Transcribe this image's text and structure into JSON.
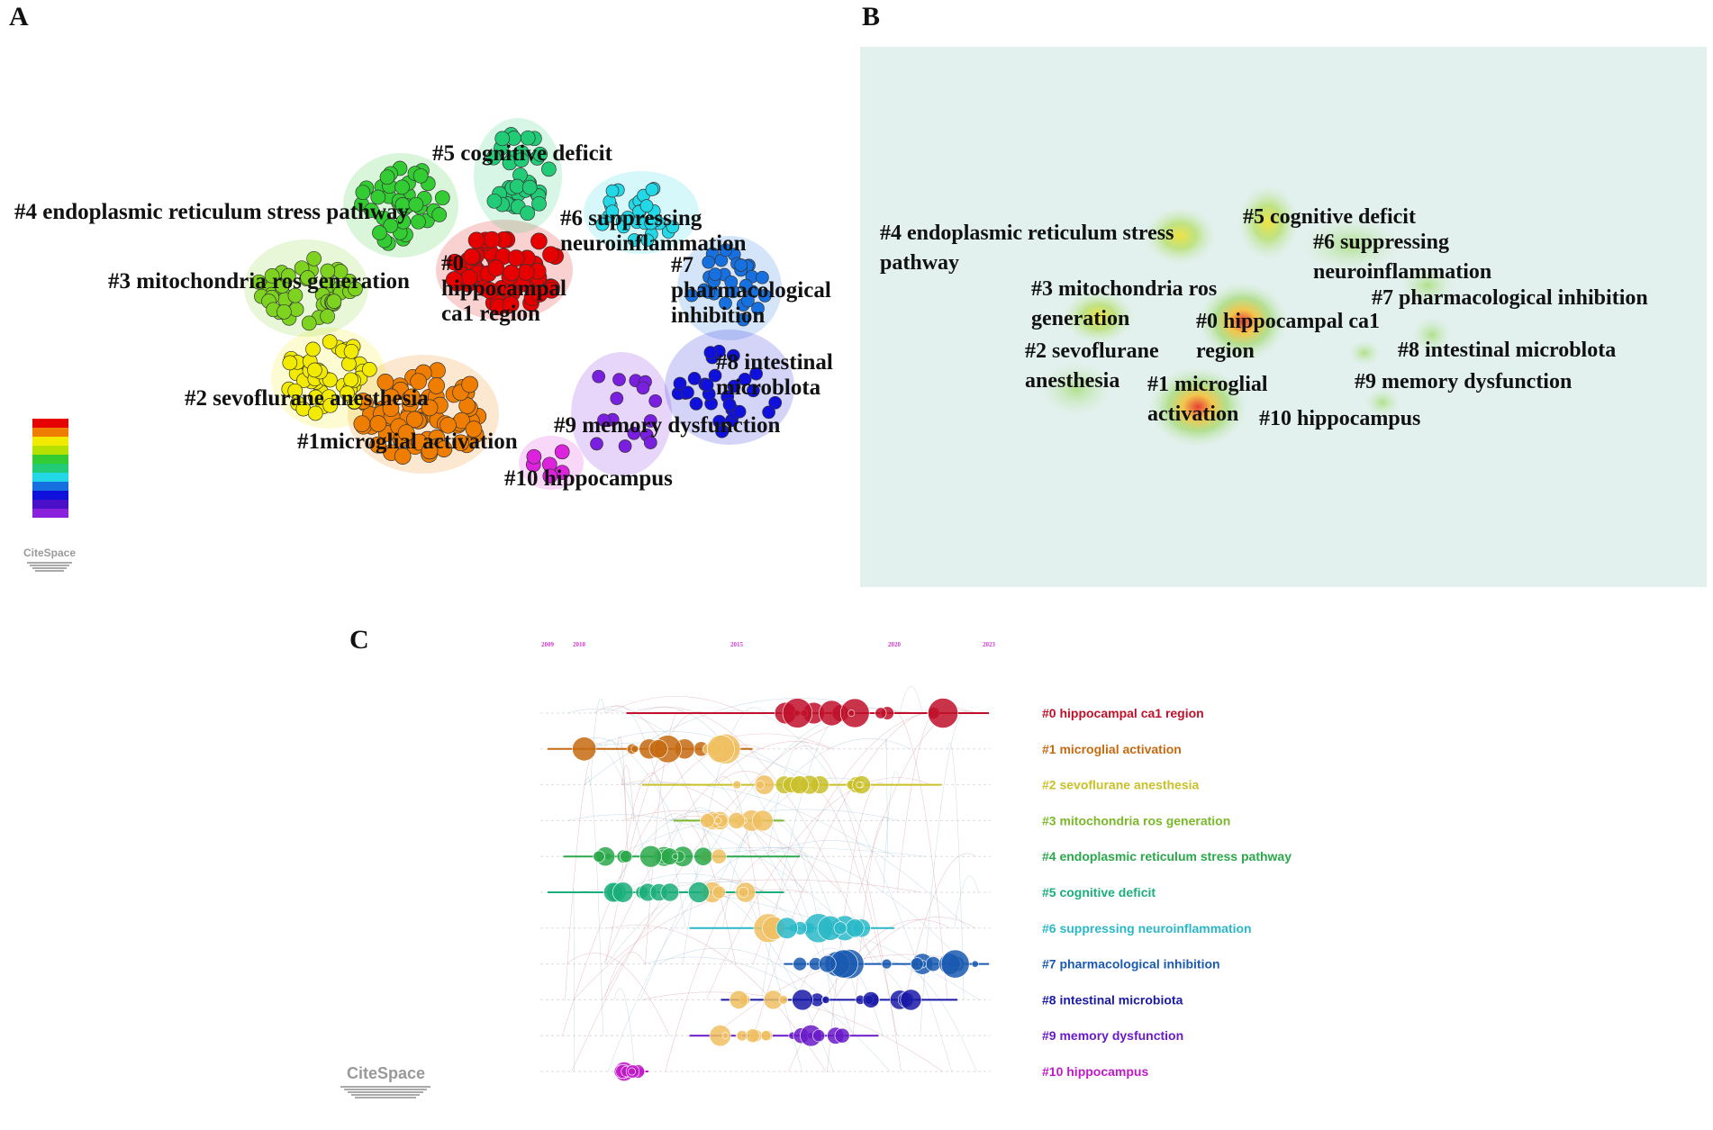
{
  "panels": {
    "a": "A",
    "b": "B",
    "c": "C"
  },
  "panel_a": {
    "clusters": [
      {
        "id": "c0",
        "label_lines": [
          "#0",
          "hippocampal",
          "ca1 region"
        ],
        "color": "#e60000"
      },
      {
        "id": "c1",
        "label_lines": [
          "#1microglial activation"
        ],
        "color": "#ee7d00"
      },
      {
        "id": "c2",
        "label_lines": [
          "#2 sevoflurane anesthesia"
        ],
        "color": "#f2ea00"
      },
      {
        "id": "c3",
        "label_lines": [
          "#3 mitochondria ros generation"
        ],
        "color": "#7ed321"
      },
      {
        "id": "c4",
        "label_lines": [
          "#4 endoplasmic reticulum stress pathway"
        ],
        "color": "#33cc33"
      },
      {
        "id": "c5",
        "label_lines": [
          "#5 cognitive deficit"
        ],
        "color": "#22cc77"
      },
      {
        "id": "c6",
        "label_lines": [
          "#6 suppressing",
          "neuroinflammation"
        ],
        "color": "#22d8e6"
      },
      {
        "id": "c7",
        "label_lines": [
          "#7",
          "pharmacological",
          "inhibition"
        ],
        "color": "#1670e0"
      },
      {
        "id": "c8",
        "label_lines": [
          "#8 intestinal",
          "microblota"
        ],
        "color": "#1010dd"
      },
      {
        "id": "c9",
        "label_lines": [
          "#9 memory dysfunction"
        ],
        "color": "#7a1ee0"
      },
      {
        "id": "c10",
        "label_lines": [
          "#10 hippocampus"
        ],
        "color": "#dd22dd"
      }
    ],
    "legend_colors": [
      "#e60000",
      "#ee7d00",
      "#f2ea00",
      "#b6e000",
      "#33cc33",
      "#22cc77",
      "#22d8e6",
      "#1670e0",
      "#1010dd",
      "#4a10c8",
      "#8a22dd"
    ],
    "logo": "CiteSpace"
  },
  "panel_b": {
    "labels": [
      {
        "id": "b4",
        "lines": [
          "#4 endoplasmic reticulum stress",
          "pathway"
        ]
      },
      {
        "id": "b5",
        "lines": [
          "#5 cognitive deficit"
        ]
      },
      {
        "id": "b6",
        "lines": [
          "#6 suppressing",
          "neuroinflammation"
        ]
      },
      {
        "id": "b7",
        "lines": [
          "#7 pharmacological inhibition"
        ]
      },
      {
        "id": "b3",
        "lines": [
          "#3 mitochondria ros",
          "generation"
        ]
      },
      {
        "id": "b0",
        "lines": [
          "#0 hippocampal ca1",
          "region"
        ]
      },
      {
        "id": "b8",
        "lines": [
          "#8 intestinal microblota"
        ]
      },
      {
        "id": "b2",
        "lines": [
          "#2 sevoflurane",
          "anesthesia"
        ]
      },
      {
        "id": "b1",
        "lines": [
          "#1 microglial",
          "activation"
        ]
      },
      {
        "id": "b9",
        "lines": [
          "#9 memory dysfunction"
        ]
      },
      {
        "id": "b10",
        "lines": [
          "#10 hippocampus"
        ]
      }
    ]
  },
  "panel_c": {
    "years": [
      "2009",
      "2010",
      "2015",
      "2020",
      "2023"
    ],
    "rows": [
      {
        "label": "#0 hippocampal ca1 region",
        "color": "#c0102a"
      },
      {
        "label": "#1 microglial activation",
        "color": "#c56a10"
      },
      {
        "label": "#2 sevoflurane anesthesia",
        "color": "#c9c02a"
      },
      {
        "label": "#3 mitochondria ros generation",
        "color": "#7ab82a"
      },
      {
        "label": "#4 endoplasmic reticulum stress pathway",
        "color": "#2aa84a"
      },
      {
        "label": "#5 cognitive deficit",
        "color": "#1aae7a"
      },
      {
        "label": "#6 suppressing neuroinflammation",
        "color": "#2ab8c8"
      },
      {
        "label": "#7 pharmacological inhibition",
        "color": "#1a5ab0"
      },
      {
        "label": "#8 intestinal microbiota",
        "color": "#1a1aa8"
      },
      {
        "label": "#9 memory dysfunction",
        "color": "#6a1ac8"
      },
      {
        "label": "#10 hippocampus",
        "color": "#c01ac8"
      }
    ],
    "logo": "CiteSpace"
  }
}
